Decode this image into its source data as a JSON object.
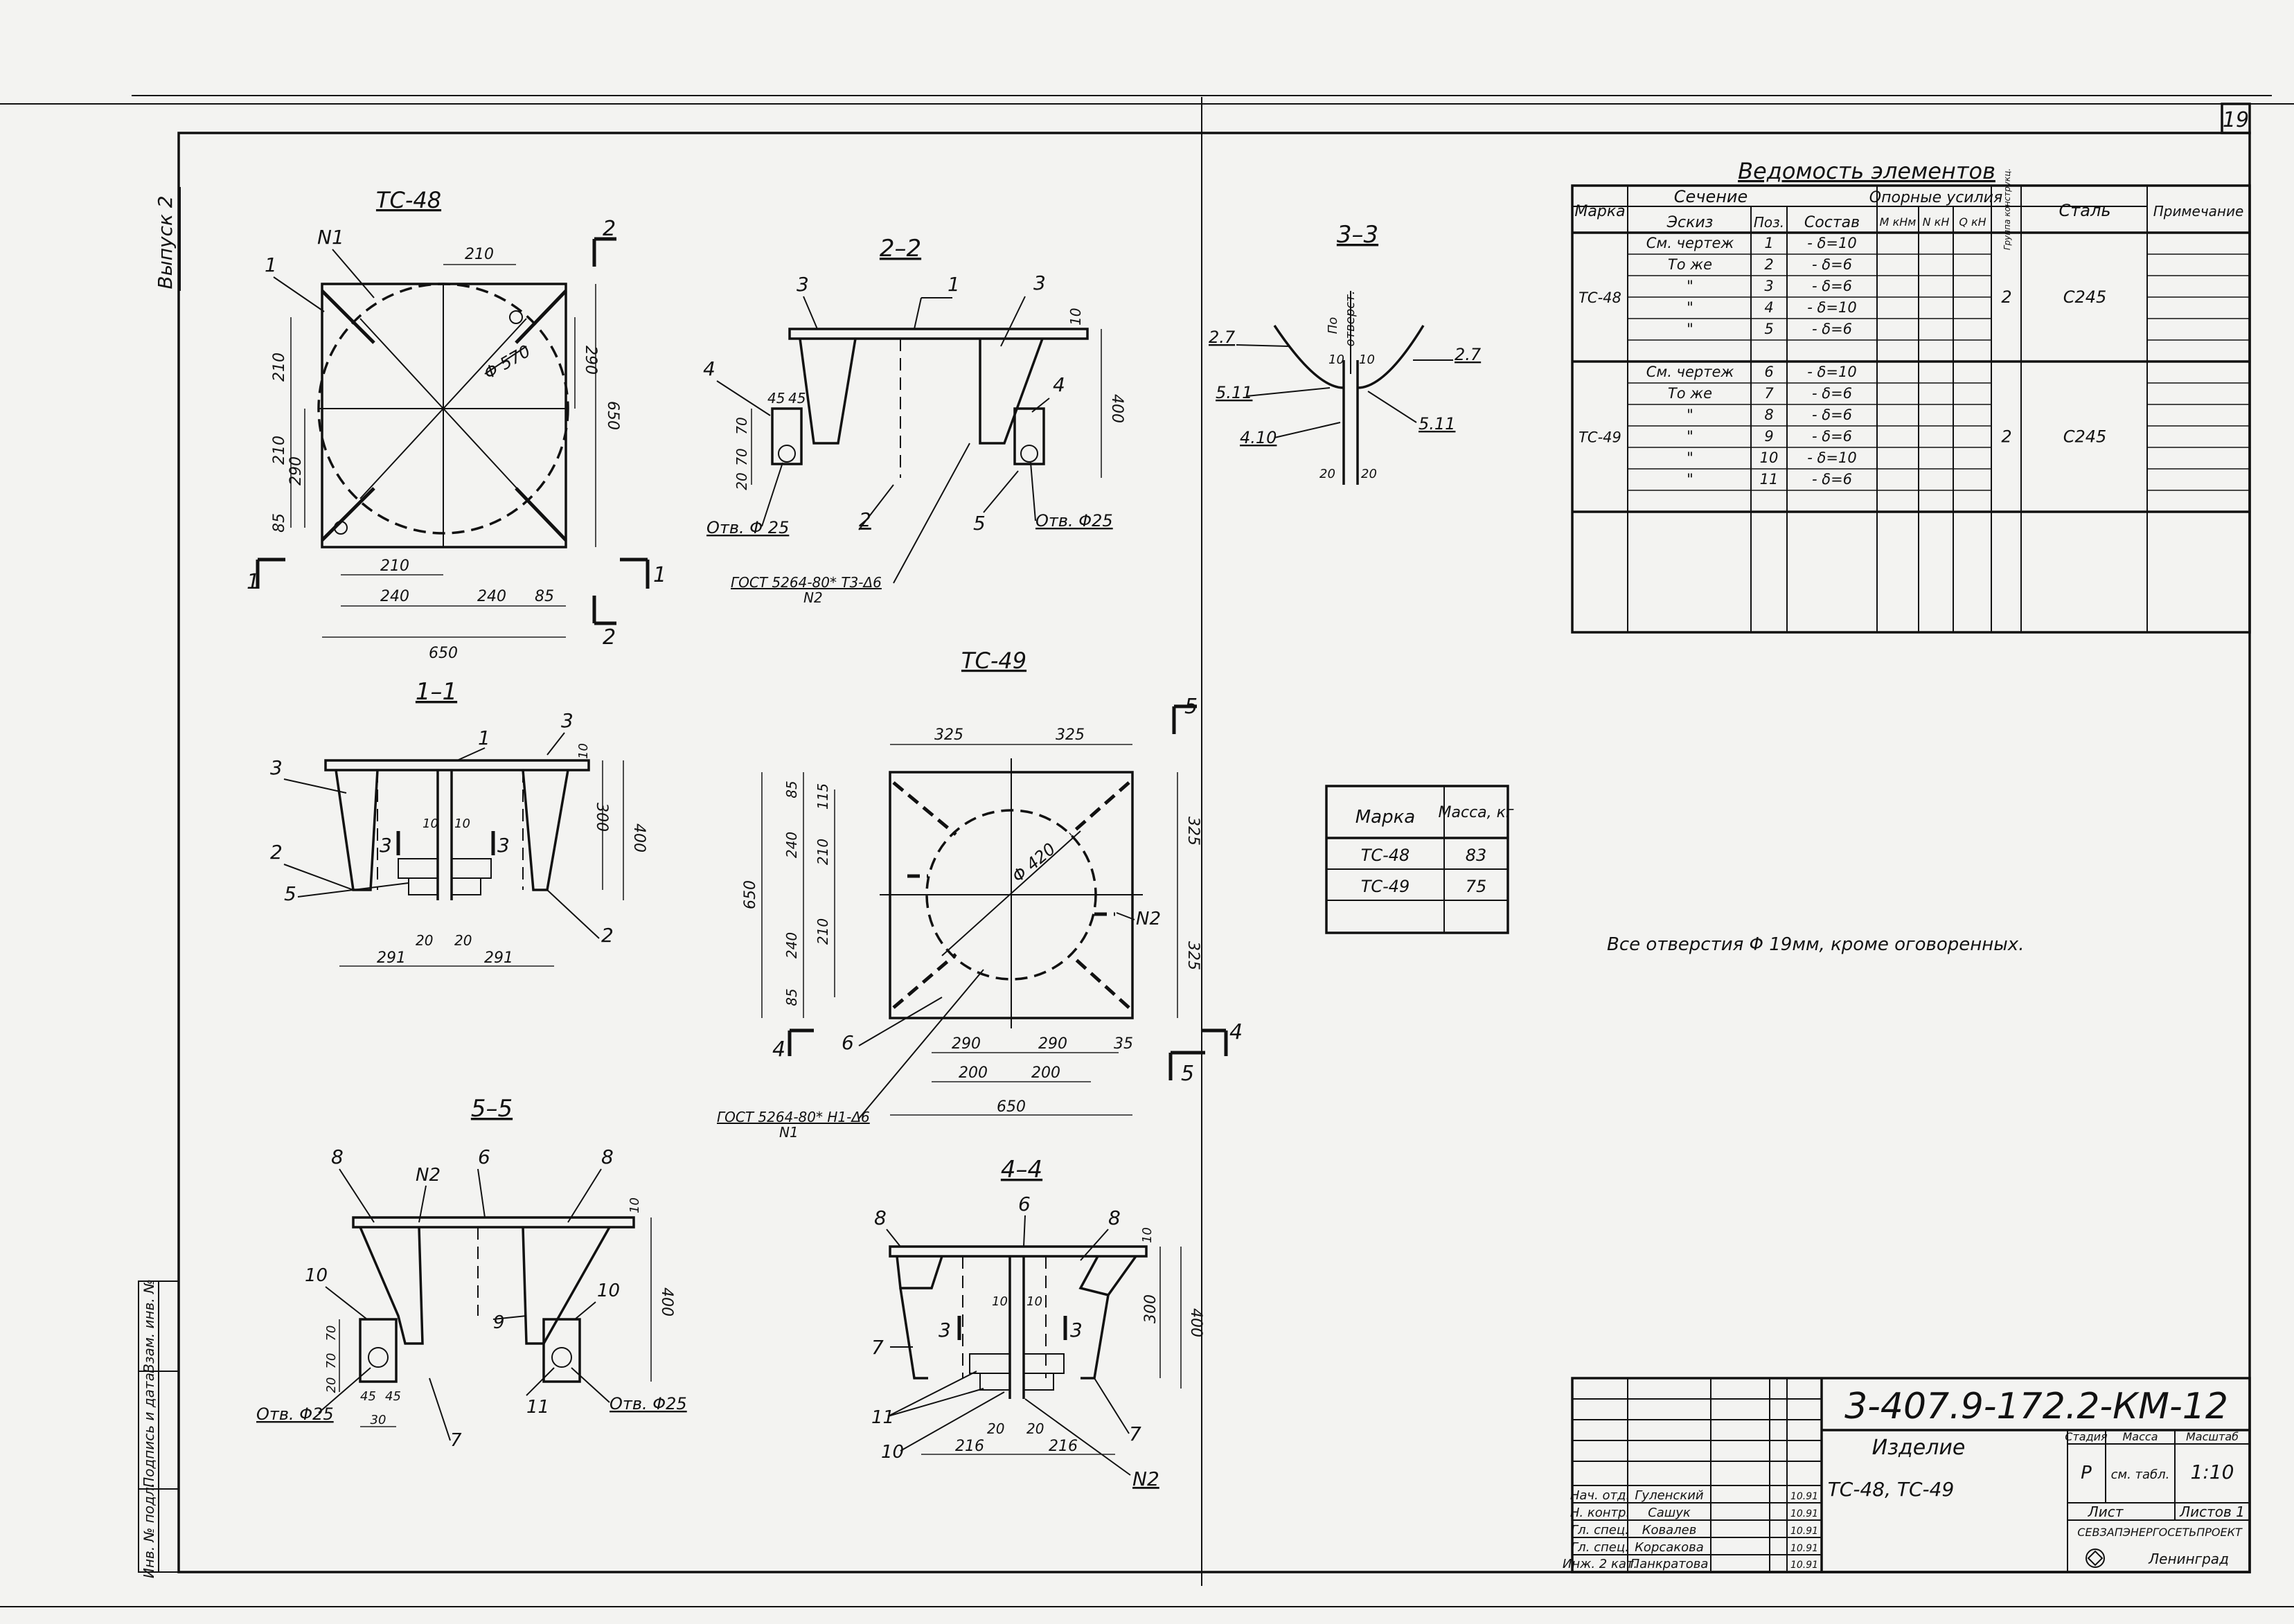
{
  "sheet_number": "19",
  "side_label": "Выпуск 2",
  "archive_strip": {
    "col1": "Инв. № подл.",
    "col2": "Подпись и дата",
    "col3": "Взам. инв. №"
  },
  "views": {
    "tc48": {
      "title": "ТС-48",
      "callouts": [
        "1",
        "N1"
      ],
      "dims": {
        "top_210": "210",
        "right_290": "290",
        "right_650": "650",
        "left_210a": "210",
        "left_210b": "210",
        "left_290": "290",
        "left_85": "85",
        "phi": "Φ 570",
        "bot_210": "210",
        "bot_240a": "240",
        "bot_240b": "240",
        "bot_85": "85",
        "overall": "650"
      },
      "section_marks": {
        "s1_left": "1",
        "s1_right": "1",
        "s2_top": "2",
        "s2_bottom": "2"
      }
    },
    "s2": {
      "title": "2–2",
      "callouts": [
        "3",
        "1",
        "3",
        "4",
        "4",
        "2",
        "5"
      ],
      "dims": {
        "a45": "45",
        "b45": "45",
        "top10": "10",
        "h400": "400",
        "v70a": "70",
        "v70b": "70",
        "v20": "20"
      },
      "hole_left": "Отв. Φ 25",
      "hole_right": "Отв. Φ25",
      "gost": "ГОСТ 5264-80* Т3-Δ6",
      "gost_sub": "N2"
    },
    "s11": {
      "title": "1–1",
      "callouts": [
        "1",
        "3",
        "3",
        "2",
        "5",
        "2"
      ],
      "dims": {
        "d10a": "10",
        "d10b": "10",
        "h300": "300",
        "h400": "400",
        "d20a": "20",
        "d20b": "20",
        "w291a": "291",
        "w291b": "291",
        "top10": "10"
      },
      "section3_marks": [
        "3",
        "3"
      ]
    },
    "s33": {
      "title": "3–3",
      "labels": [
        "2.7",
        "2.7",
        "5.11",
        "5.11",
        "4.10"
      ],
      "dims": {
        "d10a": "10",
        "d10b": "10",
        "d20a": "20",
        "d20b": "20",
        "vert1": "По",
        "vert2": "отверст."
      }
    },
    "tc49": {
      "title": "ТС-49",
      "callouts": [
        "6",
        "N2"
      ],
      "dims": {
        "top325a": "325",
        "top325b": "325",
        "left650": "650",
        "l85a": "85",
        "l115": "115",
        "l240a": "240",
        "l210a": "210",
        "l240b": "240",
        "l210b": "210",
        "l85b": "85",
        "phi": "Φ 420",
        "r325a": "325",
        "r325b": "325",
        "b290a": "290",
        "b290b": "290",
        "b200a": "200",
        "b200b": "200",
        "b35": "35",
        "overall": "650"
      },
      "section_marks": {
        "s4_left": "4",
        "s4_right": "4",
        "s5_top": "5",
        "s5_bottom": "5"
      },
      "gost": "ГОСТ 5264-80* Н1-Δ6",
      "gost_sub": "N1"
    },
    "s55": {
      "title": "5–5",
      "callouts": [
        "8",
        "N2",
        "6",
        "8",
        "10",
        "10",
        "9",
        "7",
        "11"
      ],
      "dims": {
        "top10": "10",
        "h400": "400",
        "v70a": "70",
        "v70b": "70",
        "v20": "20",
        "a45": "45",
        "b45": "45",
        "w30": "30"
      },
      "hole_left": "Отв. Φ25",
      "hole_right": "Отв. Φ25"
    },
    "s44": {
      "title": "4–4",
      "callouts": [
        "8",
        "6",
        "8",
        "7",
        "7",
        "11",
        "10",
        "N2"
      ],
      "dims": {
        "d10a": "10",
        "d10b": "10",
        "top10": "10",
        "h300": "300",
        "h400": "400",
        "d20a": "20",
        "d20b": "20",
        "w216a": "216",
        "w216b": "216"
      },
      "section3_marks": [
        "3",
        "3"
      ]
    }
  },
  "elements_table": {
    "title": "Ведомость элементов",
    "headers": {
      "marka": "Марка",
      "sechenie": "Сечение",
      "eskiz": "Эскиз",
      "poz": "Поз.",
      "sostav": "Состав",
      "usiliya": "Опорные усилия",
      "m": "М кНм",
      "n": "N кН",
      "q": "Q кН",
      "gruppa": "Группа конструкц.",
      "stal": "Сталь",
      "prim": "Примечание"
    },
    "groups": [
      {
        "marka": "ТС-48",
        "gruppa": "2",
        "stal": "С245",
        "rows": [
          {
            "eskiz": "См. чертеж",
            "poz": "1",
            "sostav": "- δ=10"
          },
          {
            "eskiz": "То же",
            "poz": "2",
            "sostav": "- δ=6"
          },
          {
            "eskiz": "\"",
            "poz": "3",
            "sostav": "- δ=6"
          },
          {
            "eskiz": "\"",
            "poz": "4",
            "sostav": "- δ=10"
          },
          {
            "eskiz": "\"",
            "poz": "5",
            "sostav": "- δ=6"
          },
          {
            "eskiz": "",
            "poz": "",
            "sostav": ""
          }
        ]
      },
      {
        "marka": "ТС-49",
        "gruppa": "2",
        "stal": "С245",
        "rows": [
          {
            "eskiz": "См. чертеж",
            "poz": "6",
            "sostav": "- δ=10"
          },
          {
            "eskiz": "То же",
            "poz": "7",
            "sostav": "- δ=6"
          },
          {
            "eskiz": "\"",
            "poz": "8",
            "sostav": "- δ=6"
          },
          {
            "eskiz": "\"",
            "poz": "9",
            "sostav": "- δ=6"
          },
          {
            "eskiz": "\"",
            "poz": "10",
            "sostav": "- δ=10"
          },
          {
            "eskiz": "\"",
            "poz": "11",
            "sostav": "- δ=6"
          },
          {
            "eskiz": "",
            "poz": "",
            "sostav": ""
          }
        ]
      }
    ]
  },
  "mass_table": {
    "headers": {
      "marka": "Марка",
      "massa": "Масса, кг"
    },
    "rows": [
      {
        "marka": "ТС-48",
        "massa": "83"
      },
      {
        "marka": "ТС-49",
        "massa": "75"
      },
      {
        "marka": "",
        "massa": ""
      }
    ]
  },
  "note": "Все отверстия Φ 19мм, кроме оговоренных.",
  "title_block": {
    "code": "3-407.9-172.2-КМ-12",
    "product_label": "Изделие",
    "product": "ТС-48, ТС-49",
    "stage_hdr": "Стадия",
    "mass_hdr": "Масса",
    "scale_hdr": "Масштаб",
    "stage": "Р",
    "mass": "см. табл.",
    "scale": "1:10",
    "sheet": "Лист",
    "sheets": "Листов 1",
    "org": "СЕВЗАПЭНЕРГОСЕТЬПРОЕКТ",
    "city": "Ленинград",
    "people": [
      {
        "role": "Нач. отд.",
        "name": "Гуленский",
        "date": "10.91"
      },
      {
        "role": "Н. контр.",
        "name": "Сашук",
        "date": "10.91"
      },
      {
        "role": "Гл. спец.",
        "name": "Ковалев",
        "date": "10.91"
      },
      {
        "role": "Гл. спец.",
        "name": "Корсакова",
        "date": "10.91"
      },
      {
        "role": "Инж. 2 кат.",
        "name": "Панкратова",
        "date": "10.91"
      }
    ]
  }
}
